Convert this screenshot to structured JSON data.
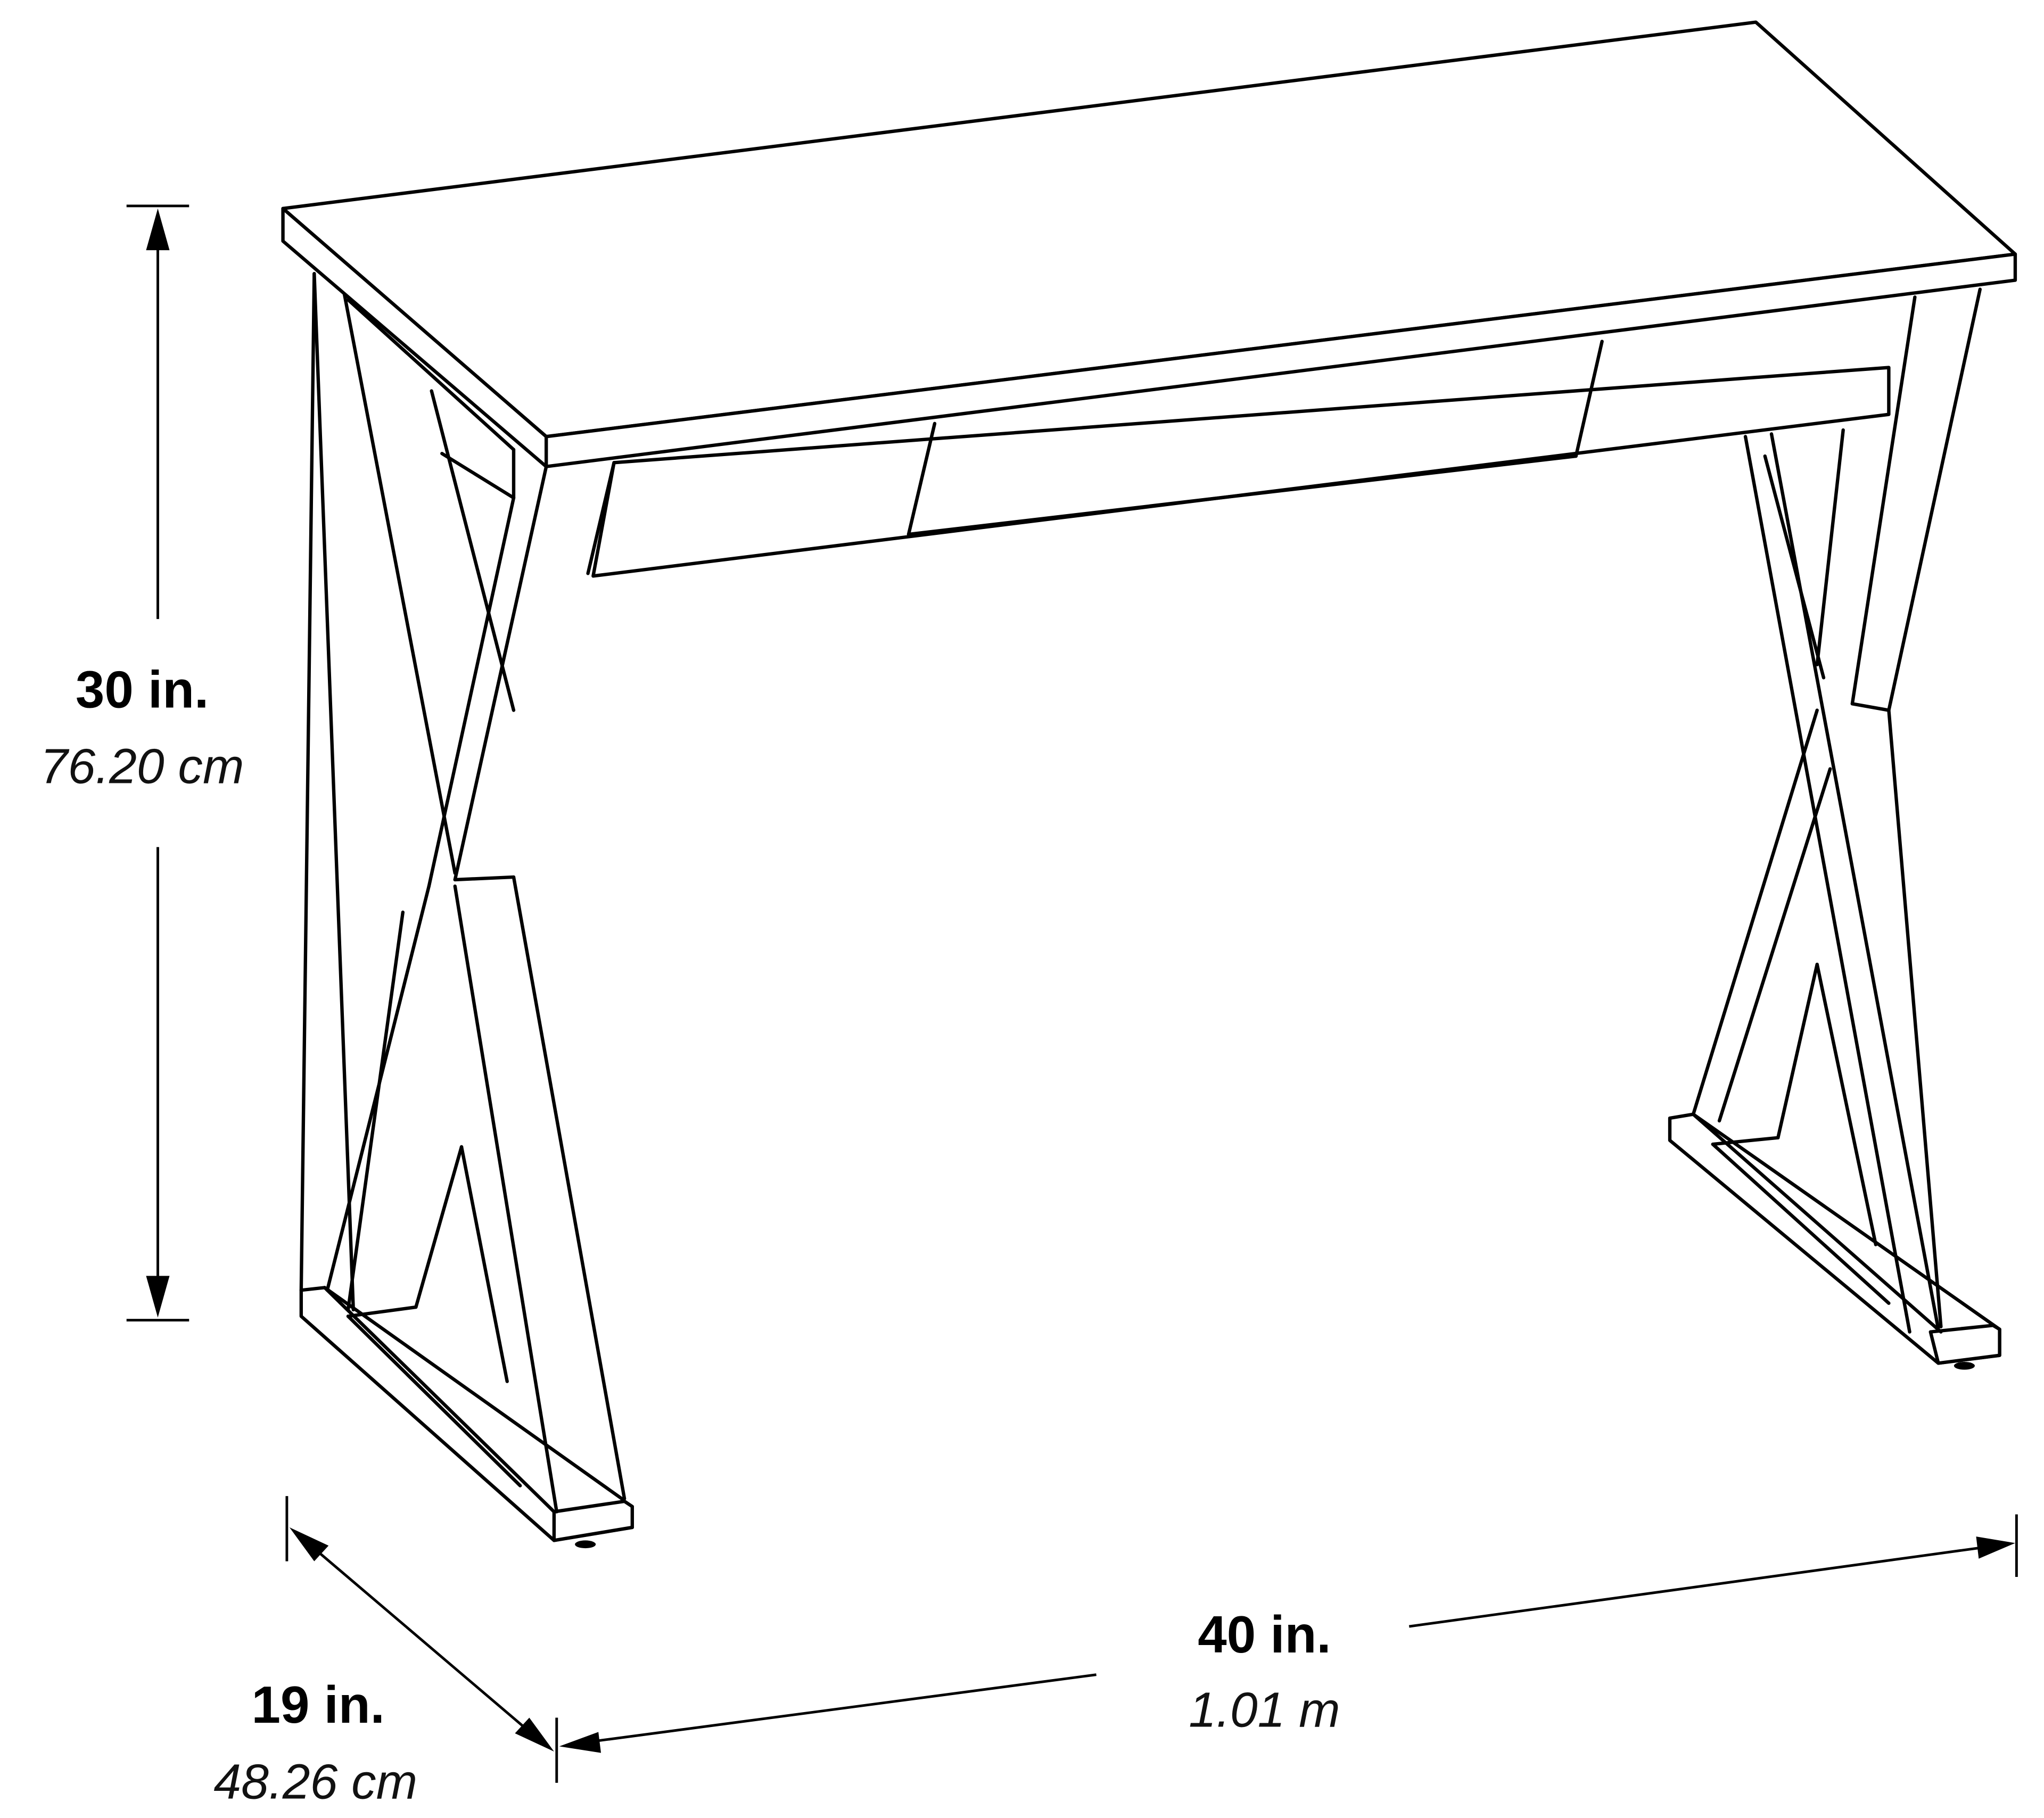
{
  "diagram": {
    "subject": "Desk with X-frame legs and three-panel front apron",
    "colors": {
      "line": "#000000",
      "background": "#ffffff"
    }
  },
  "dimensions": {
    "height": {
      "imperial": "30 in.",
      "metric": "76.20 cm"
    },
    "width": {
      "imperial": "40 in.",
      "metric": "1.01 m"
    },
    "depth": {
      "imperial": "19 in.",
      "metric": "48.26 cm"
    }
  }
}
